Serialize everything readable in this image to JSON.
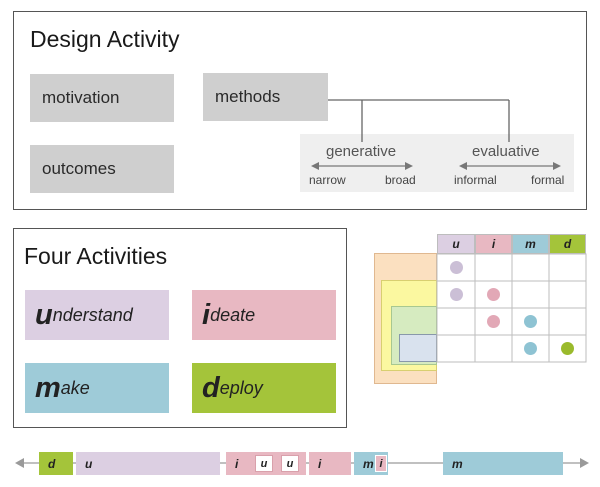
{
  "design": {
    "title": "Design Activity",
    "motivation": "motivation",
    "outcomes": "outcomes",
    "methods": "methods",
    "generative": "generative",
    "evaluative": "evaluative",
    "narrow": "narrow",
    "broad": "broad",
    "informal": "informal",
    "formal": "formal"
  },
  "four": {
    "title": "Four Activities",
    "items": [
      {
        "initial": "u",
        "rest": "nderstand",
        "color": "#dccfe2"
      },
      {
        "initial": "i",
        "rest": "deate",
        "color": "#e8b8c2"
      },
      {
        "initial": "m",
        "rest": "ake",
        "color": "#9ecbd8"
      },
      {
        "initial": "d",
        "rest": "eploy",
        "color": "#a4c43a"
      }
    ]
  },
  "matrix": {
    "headers": [
      "u",
      "i",
      "m",
      "d"
    ],
    "colors": {
      "u": "#dccfe2",
      "i": "#e8b8c2",
      "m": "#9ecbd8",
      "d": "#a4c43a",
      "orange": "#fbe0c0",
      "yellow": "#fbf8a0",
      "green": "#d6ebc0",
      "blue": "#d9e2ee"
    }
  },
  "timeline": {
    "segments": [
      "d",
      "u",
      "i",
      "u",
      "u",
      "i",
      "m",
      "i",
      "m"
    ]
  }
}
